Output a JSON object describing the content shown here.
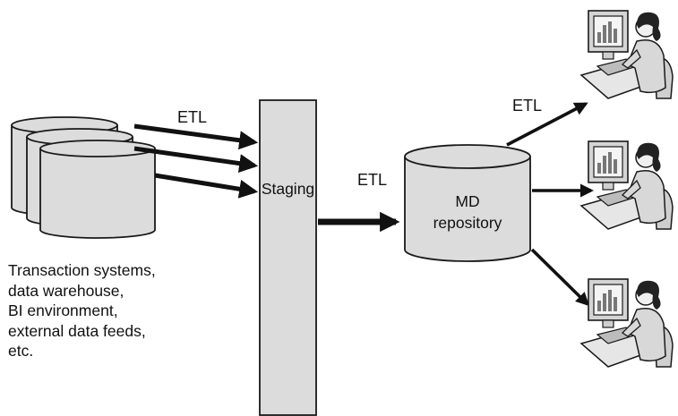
{
  "labels": {
    "etl_sources": "ETL",
    "etl_staging": "ETL",
    "etl_users": "ETL",
    "staging": "Staging",
    "repository_line1": "MD",
    "repository_line2": "repository"
  },
  "sources_caption": [
    "Transaction systems,",
    "data warehouse,",
    "BI environment,",
    "external data feeds,",
    "etc."
  ],
  "colors": {
    "fill": "#dcdcdc",
    "stroke": "#1a1a1a",
    "arrow": "#111111"
  },
  "icons": [
    "database-icon",
    "database-icon",
    "database-icon",
    "user-at-computer-icon",
    "user-at-computer-icon",
    "user-at-computer-icon"
  ]
}
